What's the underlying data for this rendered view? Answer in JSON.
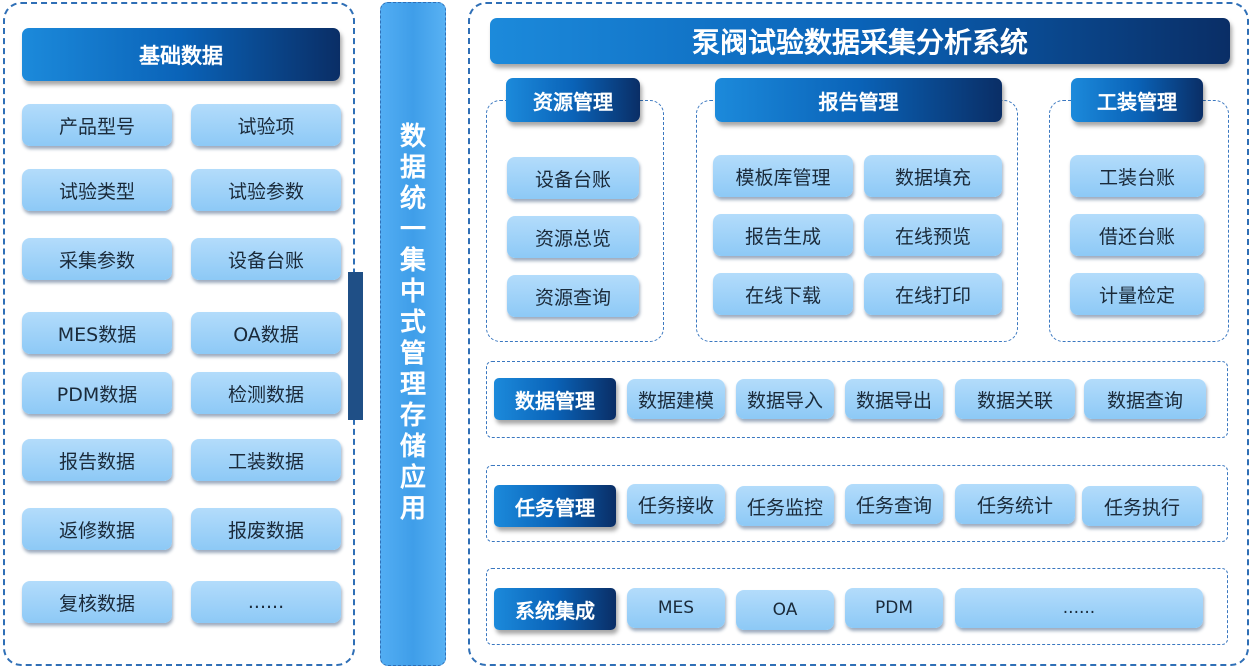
{
  "system_title": "泵阀试验数据采集分析系统",
  "left": {
    "title": "基础数据",
    "items": [
      "产品型号",
      "试验项",
      "试验类型",
      "试验参数",
      "采集参数",
      "设备台账",
      "MES数据",
      "OA数据",
      "PDM数据",
      "检测数据",
      "报告数据",
      "工装数据",
      "返修数据",
      "报废数据",
      "复核数据",
      "......"
    ]
  },
  "center": {
    "chars": [
      "数",
      "据",
      "统",
      "一",
      "集",
      "中",
      "式",
      "管",
      "理",
      "存",
      "储",
      "应",
      "用"
    ]
  },
  "resource": {
    "title": "资源管理",
    "items": [
      "设备台账",
      "资源总览",
      "资源查询"
    ]
  },
  "report": {
    "title": "报告管理",
    "items": [
      "模板库管理",
      "数据填充",
      "报告生成",
      "在线预览",
      "在线下载",
      "在线打印"
    ]
  },
  "tooling": {
    "title": "工装管理",
    "items": [
      "工装台账",
      "借还台账",
      "计量检定"
    ]
  },
  "data_mgmt": {
    "title": "数据管理",
    "items": [
      "数据建模",
      "数据导入",
      "数据导出",
      "数据关联",
      "数据查询"
    ]
  },
  "task_mgmt": {
    "title": "任务管理",
    "items": [
      "任务接收",
      "任务监控",
      "任务查询",
      "任务统计",
      "任务执行"
    ]
  },
  "integration": {
    "title": "系统集成",
    "items": [
      "MES",
      "OA",
      "PDM",
      "......"
    ]
  },
  "colors": {
    "header_dark": "#0a2e66",
    "header_light": "#1c8adb",
    "button": "#9dd1f8",
    "strip": "#4aa6ef",
    "border": "#2f6fb6"
  }
}
